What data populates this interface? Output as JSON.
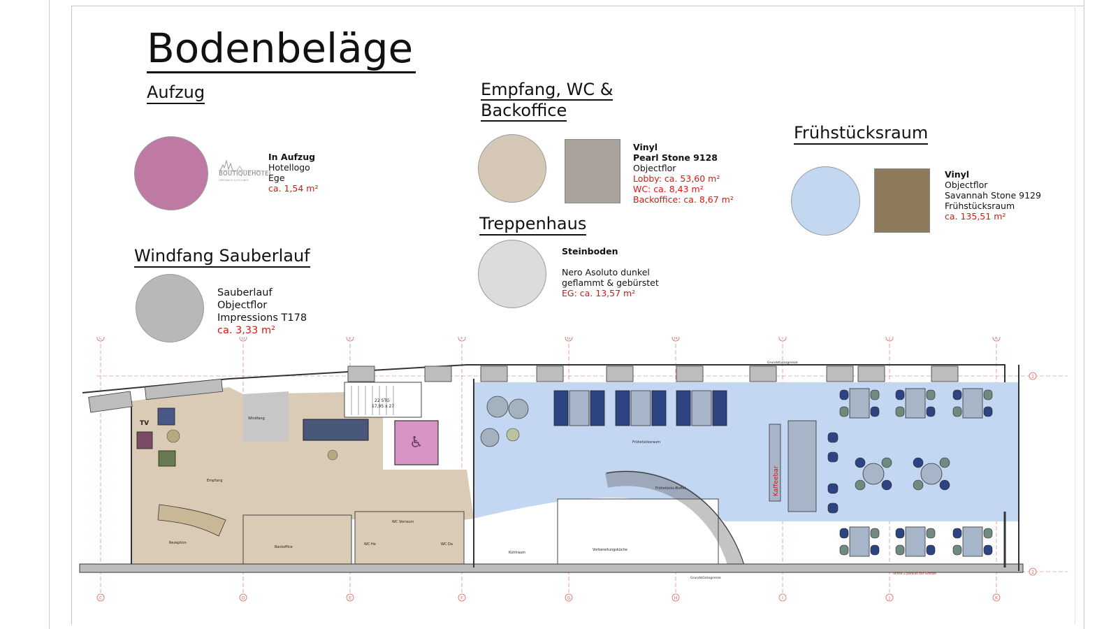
{
  "title": "Bodenbeläge",
  "sections": {
    "aufzug": {
      "heading": "Aufzug",
      "color": "#be7aa3",
      "logo_text": "BOUTIQUEHOTEL",
      "logo_subtext": "GRIESBACH & ECOLINES",
      "lines": [
        "In Aufzug",
        "Hotellogo",
        "Ege"
      ],
      "area": "ca. 1,54 m²"
    },
    "windfang": {
      "heading": "Windfang Sauberlauf",
      "color": "#b8b8b8",
      "lines": [
        "Sauberlauf",
        "Objectflor",
        "Impressions T178"
      ],
      "area": "ca. 3,33 m²"
    },
    "empfang": {
      "heading_line1": "Empfang, WC &",
      "heading_line2": "Backoffice",
      "color": "#d6c8b6",
      "tile_color": "#aaa39b",
      "lines": [
        "Vinyl",
        "Pearl Stone 9128",
        "Objectflor"
      ],
      "areas": [
        "Lobby: ca. 53,60 m²",
        "WC: ca. 8,43 m²",
        "Backoffice: ca. 8,67 m²"
      ]
    },
    "treppenhaus": {
      "heading": "Treppenhaus",
      "color": "#dcdcdc",
      "lines": [
        "Steinboden",
        "Nero Asoluto dunkel",
        "geflammt & gebürstet"
      ],
      "area": "EG: ca. 13,57 m²"
    },
    "fruehstueck": {
      "heading": "Frühstücksraum",
      "color": "#c3d7f0",
      "tile_color": "#8d7b5c",
      "lines": [
        "Vinyl",
        "Objectflor",
        "Savannah Stone 9129",
        "Frühstücksraum"
      ],
      "area": "ca. 135,51 m²"
    }
  },
  "floorplan": {
    "grid_axes": [
      "C",
      "D",
      "E",
      "F",
      "G",
      "H",
      "I",
      "J",
      "K"
    ],
    "row_axes": [
      "1",
      "2"
    ],
    "colors": {
      "lobby": "#d9cbb6",
      "breakfast": "#c3d6f2",
      "windfang": "#c7c7c7",
      "elevator": "#d694c4"
    },
    "labels": {
      "tv": "TV",
      "empfang": "Empfang",
      "rezeption": "Rezeption",
      "backoffice": "Backoffice",
      "windfang": "Windfang",
      "wc_vorraum": "WC Vorraum",
      "wc_he": "WC He",
      "wc_da": "WC Da",
      "fruehstuecksraum": "Frühstücksraum",
      "fruehstuecks_buffet": "Frühstücks-Buffet",
      "kaffeebar": "Kaffeebar",
      "kuehlraum": "Kühlraum",
      "vorbereitungskueche": "Vorbereitungsküche",
      "stairs": "22 STG",
      "stairs_dim": "17,95 x 27",
      "grundstuecksgrenze": "Grundstücksgrenze",
      "achse_note": "Achse 2 parallel zur Grenze"
    }
  }
}
